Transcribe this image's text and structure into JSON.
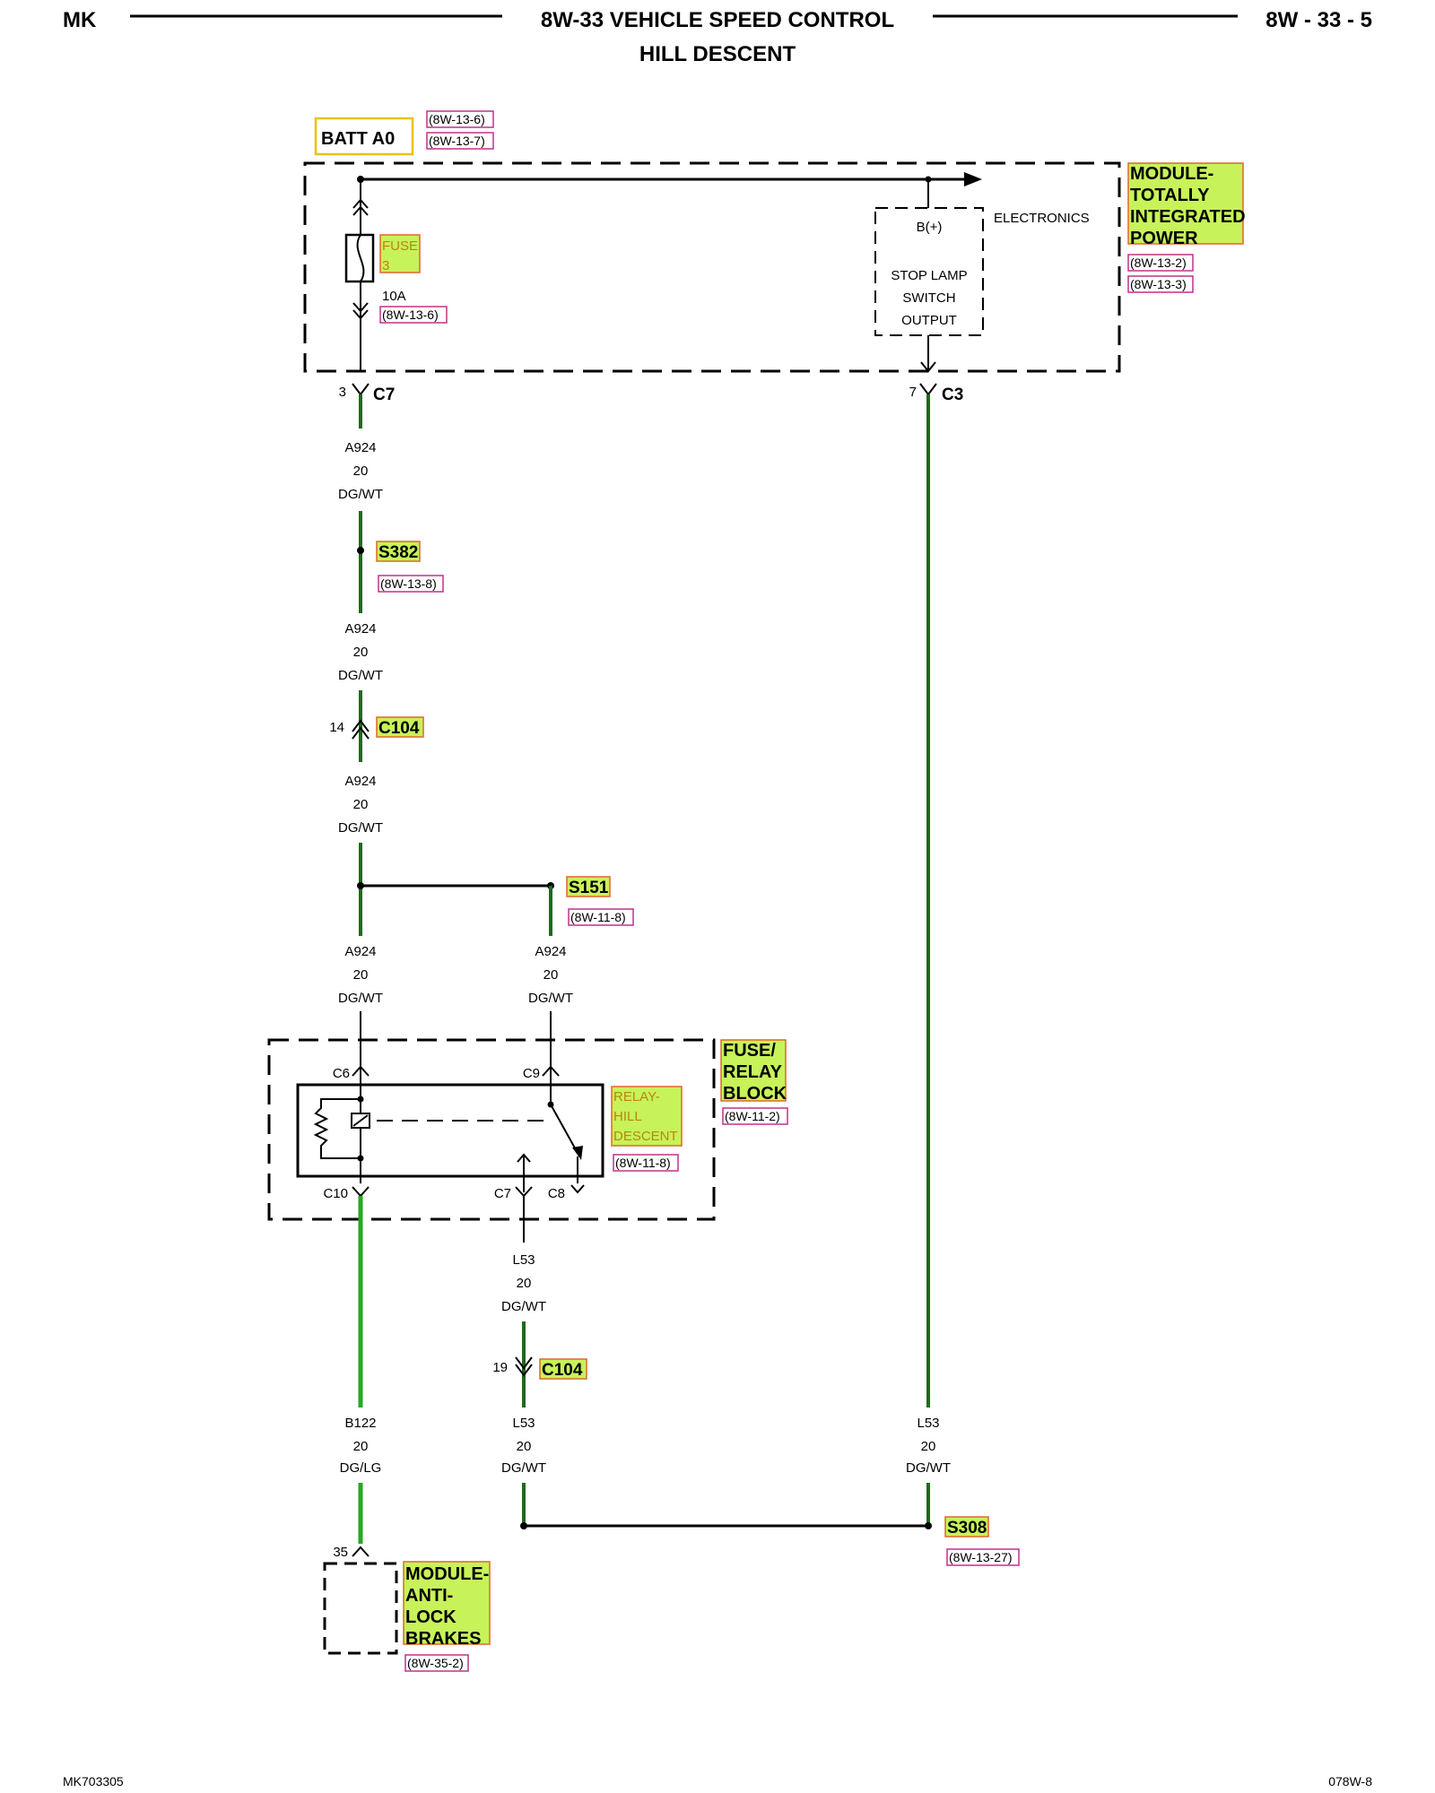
{
  "header": {
    "left": "MK",
    "title_line1": "8W-33 VEHICLE SPEED CONTROL",
    "title_line2": "HILL DESCENT",
    "page": "8W - 33 - 5"
  },
  "footer": {
    "left": "MK703305",
    "right": "078W-8"
  },
  "batt": {
    "label": "BATT A0",
    "ref1": "(8W-13-6)",
    "ref2": "(8W-13-7)"
  },
  "tipm": {
    "name_lines": [
      "MODULE-",
      "TOTALLY",
      "INTEGRATED",
      "POWER"
    ],
    "ref1": "(8W-13-2)",
    "ref2": "(8W-13-3)",
    "electronics": "ELECTRONICS",
    "bplus": "B(+)",
    "stop_lines": [
      "STOP LAMP",
      "SWITCH",
      "OUTPUT"
    ],
    "fuse_lines": [
      "FUSE",
      "3"
    ],
    "fuse_amp": "10A",
    "fuse_ref": "(8W-13-6)"
  },
  "connectors": {
    "c7": {
      "name": "C7",
      "pin": "3"
    },
    "c3": {
      "name": "C3",
      "pin": "7"
    },
    "c104a": {
      "name": "C104",
      "pin": "14"
    },
    "c104b": {
      "name": "C104",
      "pin": "19"
    },
    "c6": "C6",
    "c9": "C9",
    "c10": "C10",
    "c7r": "C7",
    "c8": "C8",
    "abs_pin": "35"
  },
  "splices": {
    "s382": {
      "name": "S382",
      "ref": "(8W-13-8)"
    },
    "s151": {
      "name": "S151",
      "ref": "(8W-11-8)"
    },
    "s308": {
      "name": "S308",
      "ref": "(8W-13-27)"
    }
  },
  "wires": {
    "w1": [
      "A924",
      "20",
      "DG/WT"
    ],
    "w2": [
      "A924",
      "20",
      "DG/WT"
    ],
    "w3": [
      "A924",
      "20",
      "DG/WT"
    ],
    "w4": [
      "A924",
      "20",
      "DG/WT"
    ],
    "w5": [
      "A924",
      "20",
      "DG/WT"
    ],
    "w6": [
      "L53",
      "20",
      "DG/WT"
    ],
    "w7": [
      "B122",
      "20",
      "DG/LG"
    ],
    "w8": [
      "L53",
      "20",
      "DG/WT"
    ],
    "w9": [
      "L53",
      "20",
      "DG/WT"
    ]
  },
  "fuse_relay_block": {
    "name_lines": [
      "FUSE/",
      "RELAY",
      "BLOCK"
    ],
    "ref": "(8W-11-2)"
  },
  "relay": {
    "name_lines": [
      "RELAY-",
      "HILL",
      "DESCENT"
    ],
    "ref": "(8W-11-8)"
  },
  "abs": {
    "name_lines": [
      "MODULE-",
      "ANTI-",
      "LOCK",
      "BRAKES"
    ],
    "ref": "(8W-35-2)"
  },
  "colors": {
    "wire": "#1f6a1f",
    "highlight": "#c8f25a",
    "highlight_border": "#e0662a",
    "ref_border": "#c0308c",
    "batt_border": "#e8c400"
  }
}
